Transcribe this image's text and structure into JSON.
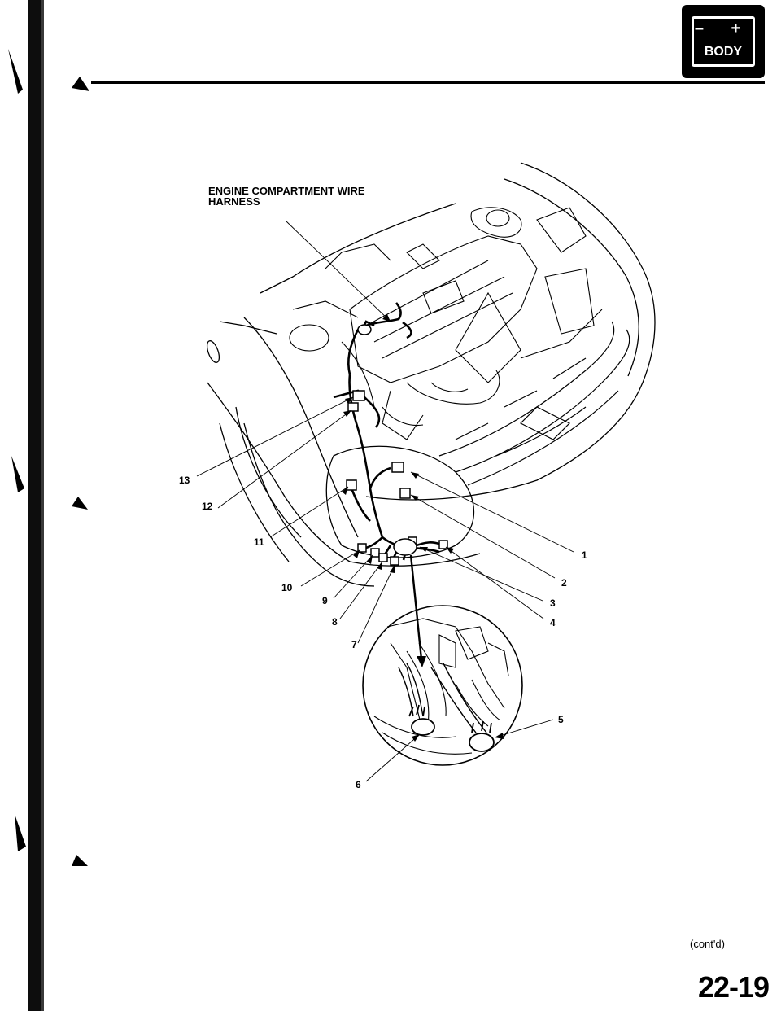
{
  "header": {
    "icon": {
      "name": "battery-body-icon",
      "signs": "– +",
      "label": "BODY"
    }
  },
  "diagram": {
    "title_label": "ENGINE COMPARTMENT WIRE\nHARNESS",
    "callouts": [
      "1",
      "2",
      "3",
      "4",
      "5",
      "6",
      "7",
      "8",
      "9",
      "10",
      "11",
      "12",
      "13"
    ]
  },
  "footer": {
    "contd": "(cont'd)",
    "page_number": "22-19"
  }
}
